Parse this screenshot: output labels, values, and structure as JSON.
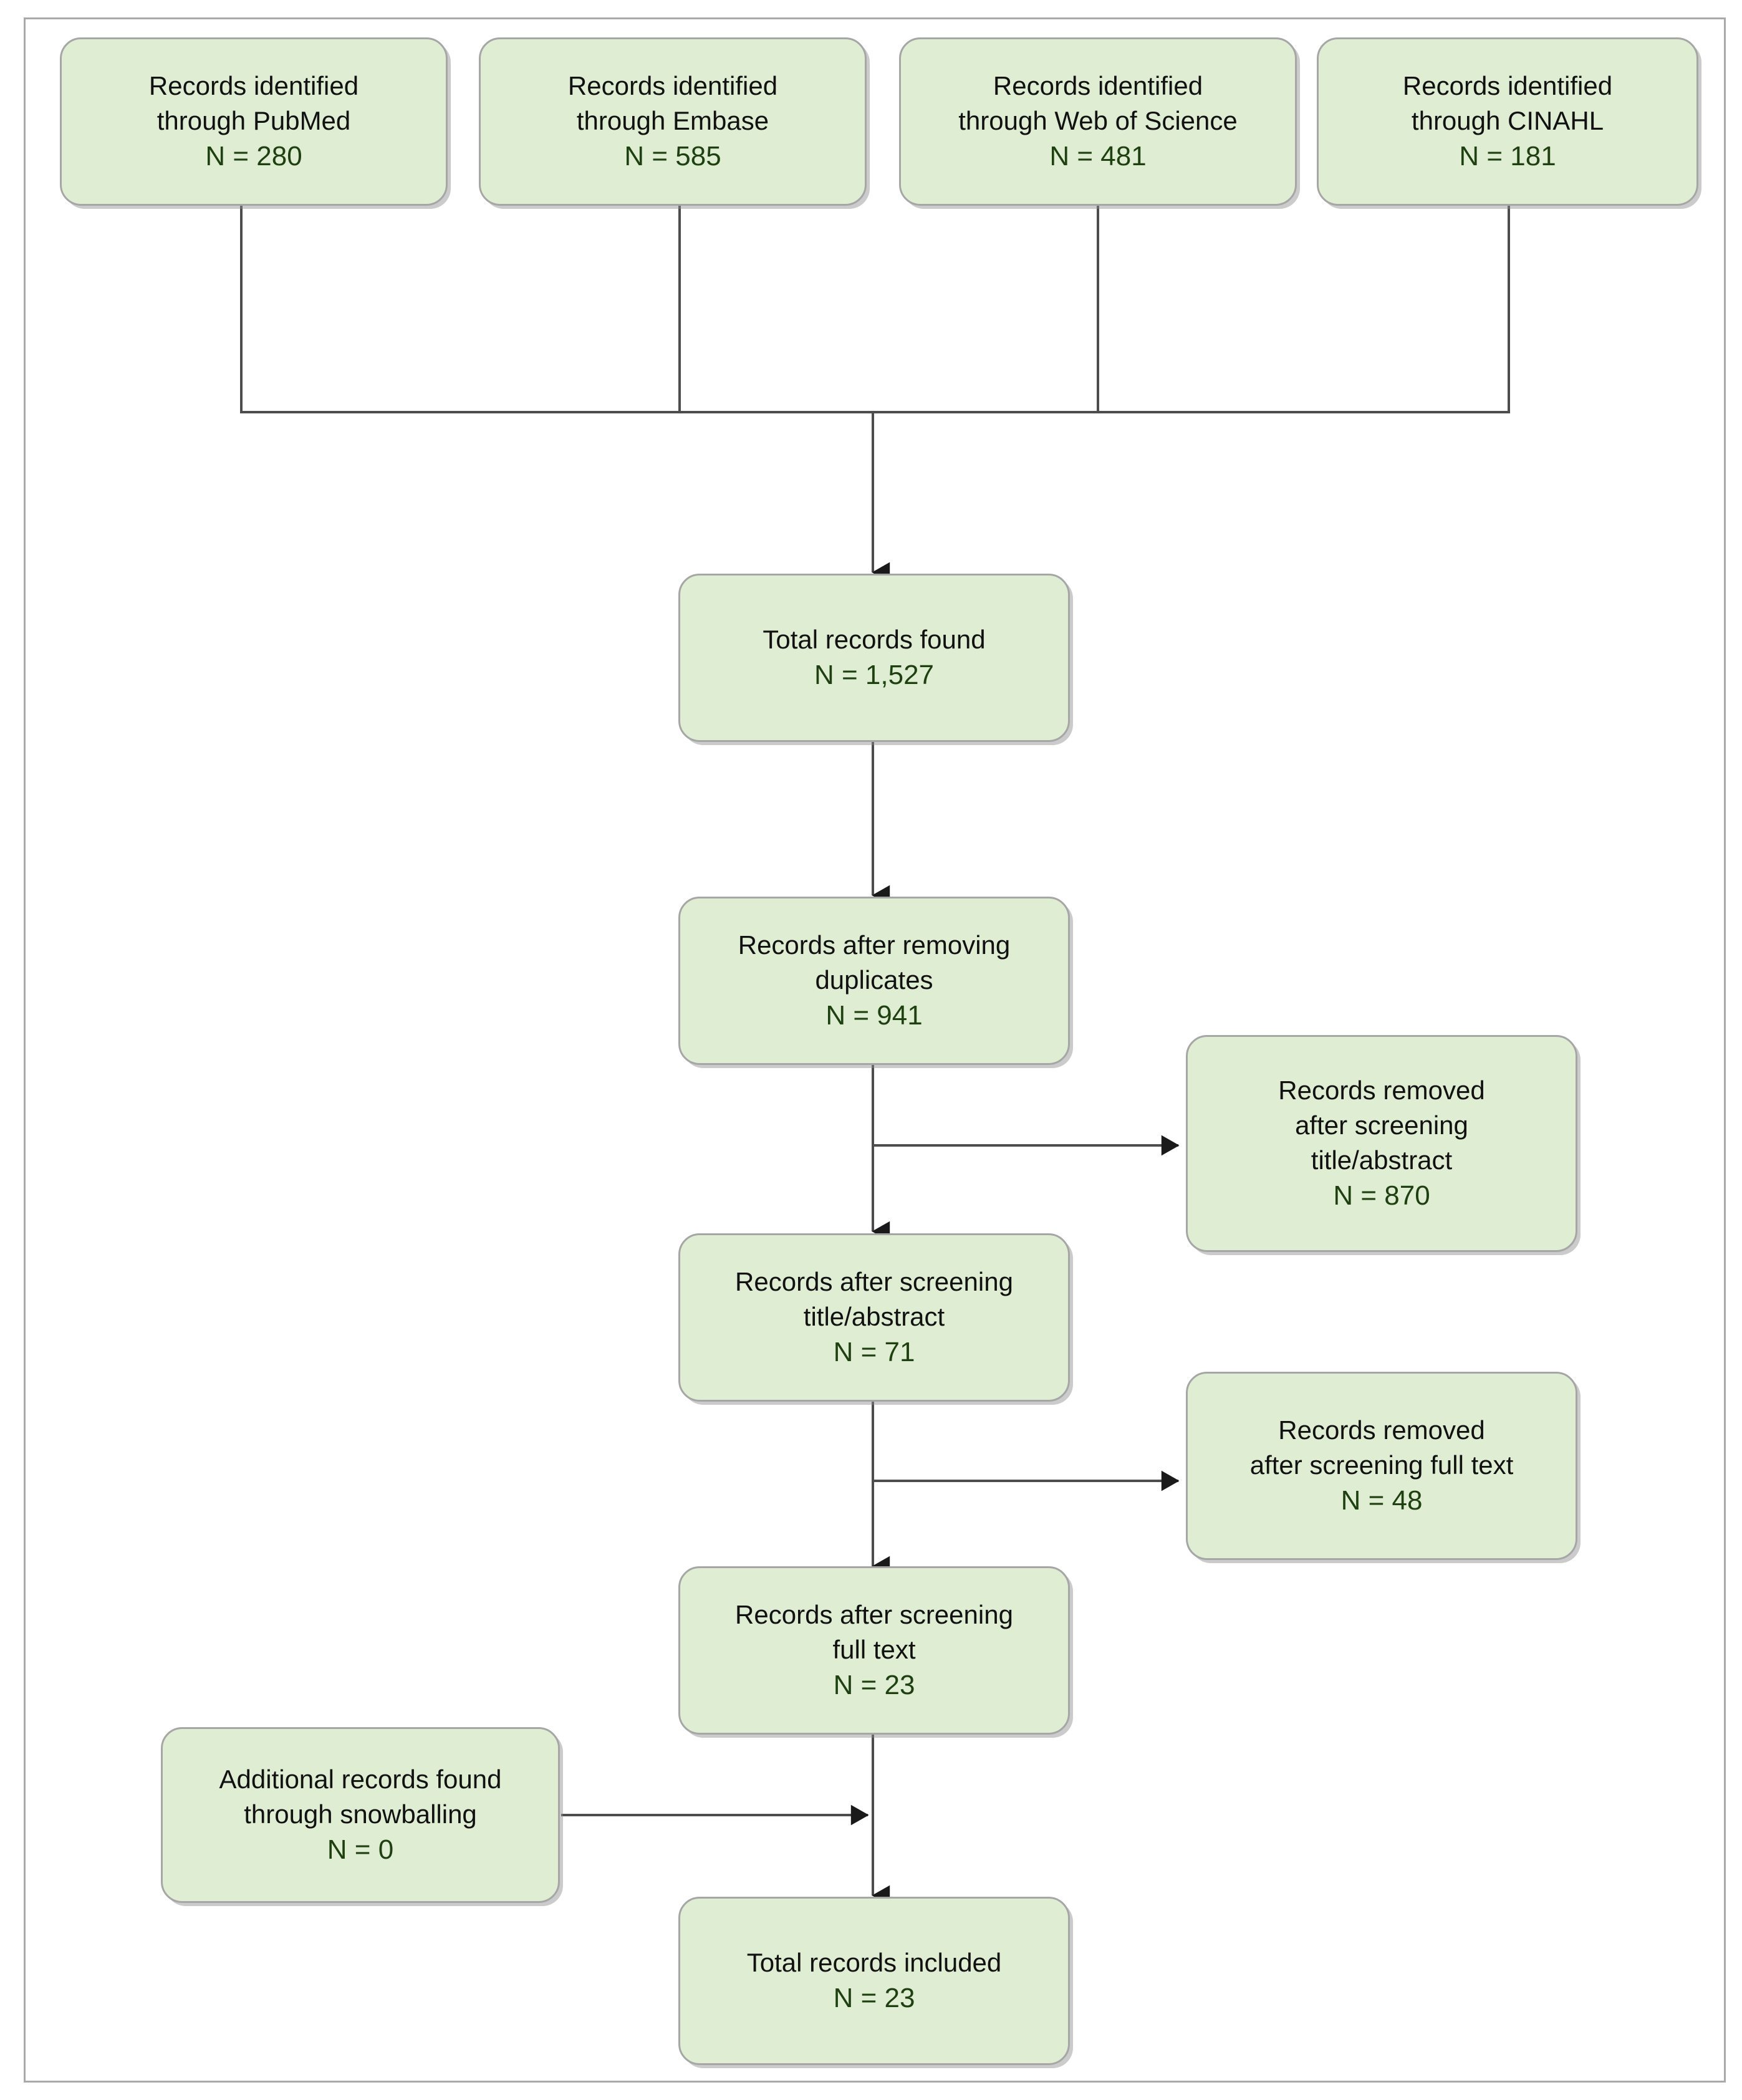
{
  "diagram": {
    "type": "prisma-flow-diagram",
    "palette": {
      "node_fill": "#dfeed3",
      "node_border": "#a6a6a6",
      "frame_border": "#a9a9a9",
      "label_text": "#111111",
      "count_text": "#1f4011",
      "connector": "#4d4d4d",
      "background": "#ffffff"
    },
    "nodes": {
      "pubmed": {
        "line1": "Records identified",
        "line2": "through PubMed",
        "count": "N = 280"
      },
      "embase": {
        "line1": "Records identified",
        "line2": "through Embase",
        "count": "N = 585"
      },
      "wos": {
        "line1": "Records identified",
        "line2": "through Web of Science",
        "count": "N = 481"
      },
      "cinahl": {
        "line1": "Records identified",
        "line2": "through CINAHL",
        "count": "N = 181"
      },
      "total_found": {
        "line1": "Total records found",
        "count": "N = 1,527"
      },
      "after_duplicates": {
        "line1": "Records after removing",
        "line2": "duplicates",
        "count": "N = 941"
      },
      "removed_title_abstract": {
        "line1": "Records removed",
        "line2": "after screening",
        "line3": "title/abstract",
        "count": "N = 870"
      },
      "after_title_abstract": {
        "line1": "Records after screening",
        "line2": "title/abstract",
        "count": "N = 71"
      },
      "removed_full_text": {
        "line1": "Records removed",
        "line2": "after screening full text",
        "count": "N = 48"
      },
      "after_full_text": {
        "line1": "Records after screening",
        "line2": "full text",
        "count": "N = 23"
      },
      "snowballing": {
        "line1": "Additional records found",
        "line2": "through snowballing",
        "count": "N = 0"
      },
      "total_included": {
        "line1": "Total records included",
        "count": "N = 23"
      }
    },
    "flow": {
      "identification_sources": [
        "pubmed",
        "embase",
        "wos",
        "cinahl"
      ],
      "edges": [
        {
          "from": "pubmed",
          "to": "total_found",
          "kind": "merge-down"
        },
        {
          "from": "embase",
          "to": "total_found",
          "kind": "merge-down"
        },
        {
          "from": "wos",
          "to": "total_found",
          "kind": "merge-down"
        },
        {
          "from": "cinahl",
          "to": "total_found",
          "kind": "merge-down"
        },
        {
          "from": "total_found",
          "to": "after_duplicates",
          "kind": "down"
        },
        {
          "from": "after_duplicates",
          "to": "removed_title_abstract",
          "kind": "branch-right"
        },
        {
          "from": "after_duplicates",
          "to": "after_title_abstract",
          "kind": "down"
        },
        {
          "from": "after_title_abstract",
          "to": "removed_full_text",
          "kind": "branch-right"
        },
        {
          "from": "after_title_abstract",
          "to": "after_full_text",
          "kind": "down"
        },
        {
          "from": "snowballing",
          "to": "total_included",
          "kind": "join-right"
        },
        {
          "from": "after_full_text",
          "to": "total_included",
          "kind": "down"
        }
      ]
    }
  }
}
